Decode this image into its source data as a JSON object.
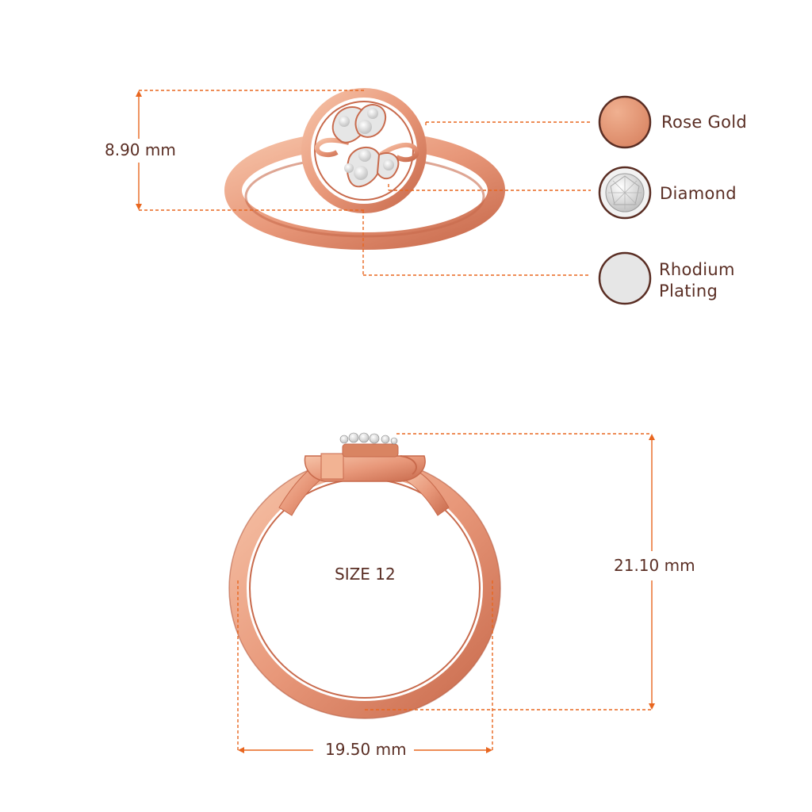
{
  "top_view": {
    "height_label": "8.90 mm"
  },
  "legend": {
    "items": [
      {
        "label": "Rose Gold",
        "icon": "rose-gold-swatch",
        "color": "#e49b79"
      },
      {
        "label": "Diamond",
        "icon": "diamond-swatch",
        "color": "#e8e8e8"
      },
      {
        "label_line1": "Rhodium",
        "label_line2": "Plating",
        "icon": "rhodium-swatch",
        "color": "#e6e6e6"
      }
    ]
  },
  "front_view": {
    "size_label": "SIZE 12",
    "height_label": "21.10 mm",
    "width_label": "19.50 mm"
  },
  "colors": {
    "dimension_line": "#e8661f",
    "text": "#5a2e24",
    "rose_gold": "#e8987a",
    "rose_gold_dark": "#c86a4c",
    "swatch_border": "#5a2e24"
  }
}
